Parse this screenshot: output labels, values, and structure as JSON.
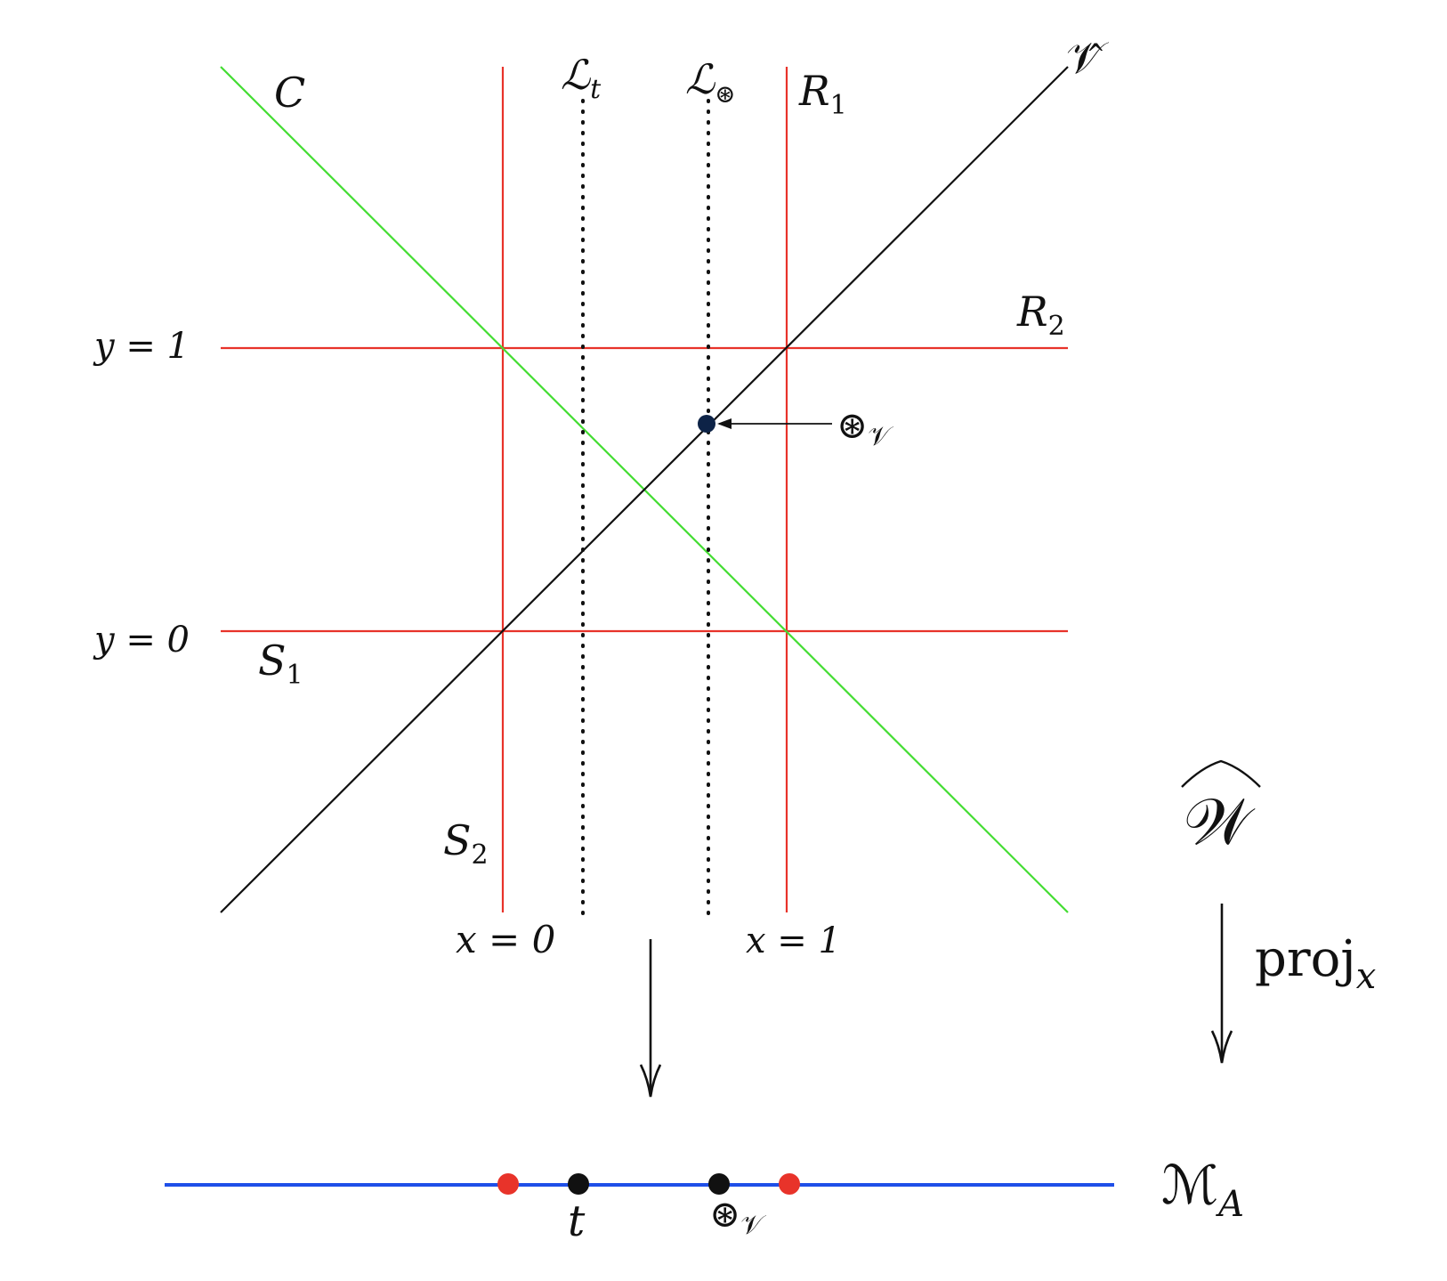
{
  "colors": {
    "red": "#e8332a",
    "green": "#44dd33",
    "black": "#111111",
    "blue": "#1f4fe8",
    "navy": "#0d2347"
  },
  "labels": {
    "C": "C",
    "L_t": {
      "base": "ℒ",
      "sub": "t"
    },
    "L_star": {
      "base": "ℒ",
      "sub": "⊛"
    },
    "R1": {
      "base": "R",
      "sub": "1"
    },
    "R2": {
      "base": "R",
      "sub": "2"
    },
    "S1": {
      "base": "S",
      "sub": "1"
    },
    "S2": {
      "base": "S",
      "sub": "2"
    },
    "V_hat": "𝒱̂",
    "W_hat": "𝒲",
    "y1": "y = 1",
    "y0": "y = 0",
    "x0": "x = 0",
    "x1": "x = 1",
    "star_v": {
      "base": "⊛",
      "sub": "𝒱"
    },
    "proj": {
      "base": "proj",
      "sub": "x"
    },
    "M_A": {
      "base": "ℳ",
      "sub": "A"
    },
    "t": "t"
  },
  "icons": {
    "down_arrow": "down-arrow-icon",
    "left_arrow": "left-arrow-icon"
  }
}
